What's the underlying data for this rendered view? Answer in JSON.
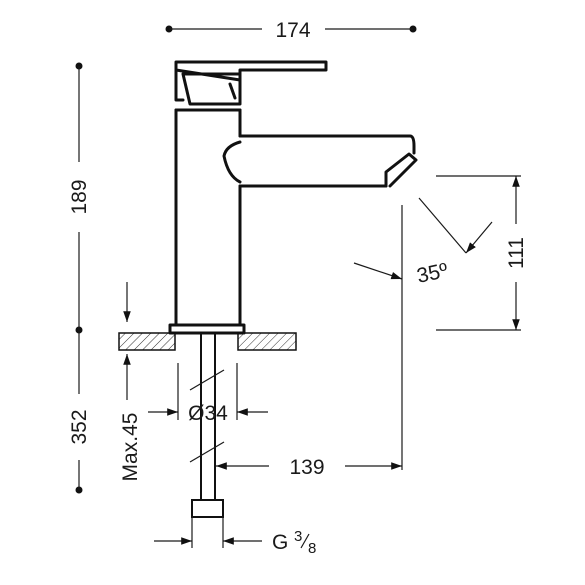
{
  "dimensions": {
    "overall_width": "174",
    "spout_height": "189",
    "outlet_height": "111",
    "spout_angle": "35º",
    "base_to_bottom": "352",
    "deck_thickness_max": "Max.45",
    "shank_diameter": "Ø34",
    "spout_reach": "139",
    "thread_prefix": "G",
    "thread_num": "3",
    "thread_den": "8"
  },
  "colors": {
    "line": "#111111",
    "hatch": "#333333",
    "background": "#ffffff"
  }
}
